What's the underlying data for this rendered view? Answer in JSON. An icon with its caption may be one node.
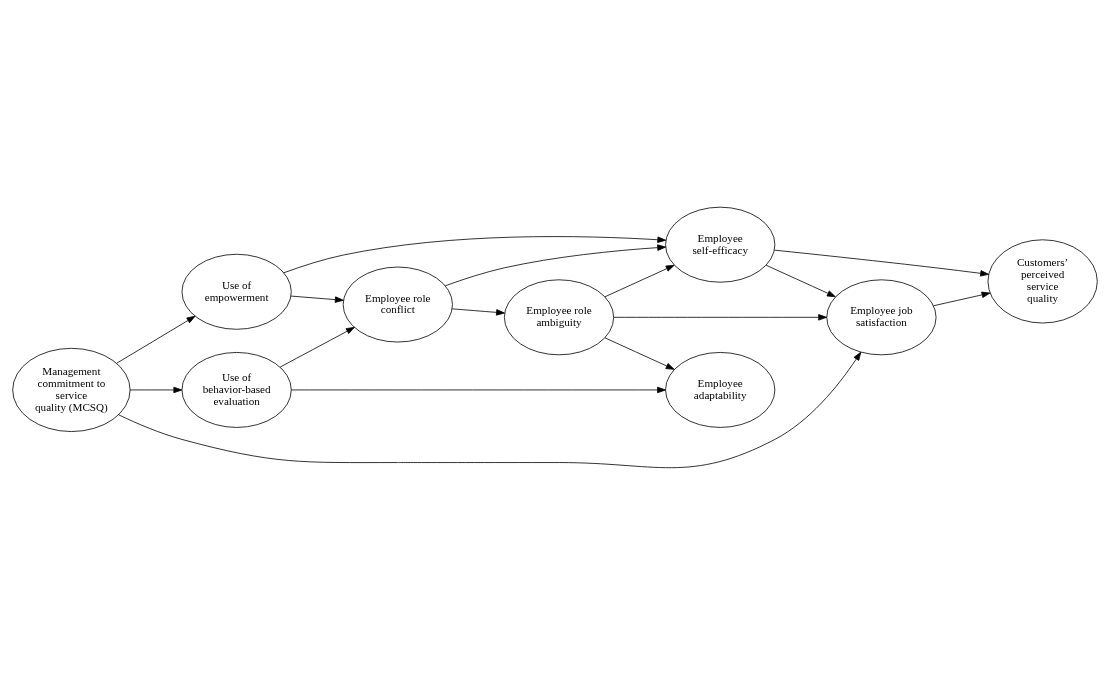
{
  "diagram": {
    "nodes": [
      {
        "text": [
          "Management commitment to service quality (MCSQ)"
        ]
      },
      {
        "text": [
          "Use of empowerment"
        ]
      },
      {
        "text": [
          "Use of behavior-based evaluation"
        ]
      },
      {
        "text": [
          "Employee role conflict"
        ]
      },
      {
        "text": [
          "Employee role ambiguity"
        ]
      },
      {
        "text": [
          "Employee self-efficacy"
        ]
      },
      {
        "text": [
          "Employee adaptability"
        ]
      },
      {
        "text": [
          "Employee job satisfaction"
        ]
      },
      {
        "text": [
          "Customers’ perceived service quality"
        ]
      }
    ],
    "edges": [
      {
        "from": 0,
        "to": 1,
        "arrow": "to"
      },
      {
        "from": 0,
        "to": 2,
        "arrow": "to"
      },
      {
        "from": 0,
        "to": 7,
        "arrow": "to"
      },
      {
        "from": 1,
        "to": 5,
        "arrow": "to"
      },
      {
        "from": 1,
        "to": 3,
        "arrow": "to"
      },
      {
        "from": 2,
        "to": 3,
        "arrow": "to"
      },
      {
        "from": 2,
        "to": 6,
        "arrow": "to"
      },
      {
        "from": 3,
        "to": 5,
        "arrow": "to"
      },
      {
        "from": 3,
        "to": 4,
        "arrow": "to"
      },
      {
        "from": 4,
        "to": 5,
        "arrow": "to"
      },
      {
        "from": 4,
        "to": 6,
        "arrow": "to"
      },
      {
        "from": 4,
        "to": 7,
        "arrow": "to"
      },
      {
        "from": 5,
        "to": 7,
        "arrow": "to"
      },
      {
        "from": 5,
        "to": 8,
        "arrow": "to"
      },
      {
        "from": 7,
        "to": 8,
        "arrow": "to"
      }
    ]
  }
}
